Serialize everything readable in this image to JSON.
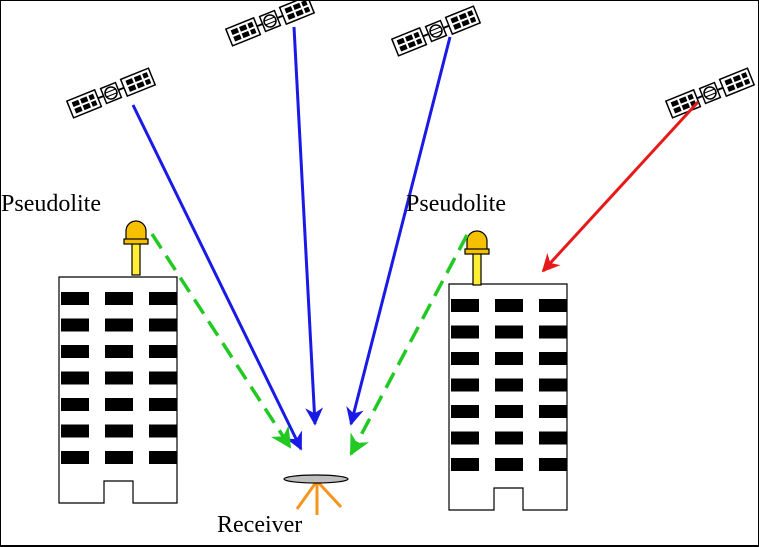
{
  "labels": {
    "pseudolite_left": "Pseudolite",
    "pseudolite_right": "Pseudolite",
    "receiver": "Receiver"
  },
  "colors": {
    "direct_signal": "#1a1ae6",
    "reflected_signal": "#e61a1a",
    "pseudolite_signal": "#22c922",
    "pseudolite_body": "#f5c000",
    "pseudolite_mast": "#ffee33",
    "receiver_antenna": "#f7941d",
    "receiver_dish": "#bfbfbf",
    "building_window": "#000000"
  },
  "icons": [
    "satellite-icon",
    "pseudolite-icon",
    "building-icon",
    "receiver-antenna-icon"
  ]
}
